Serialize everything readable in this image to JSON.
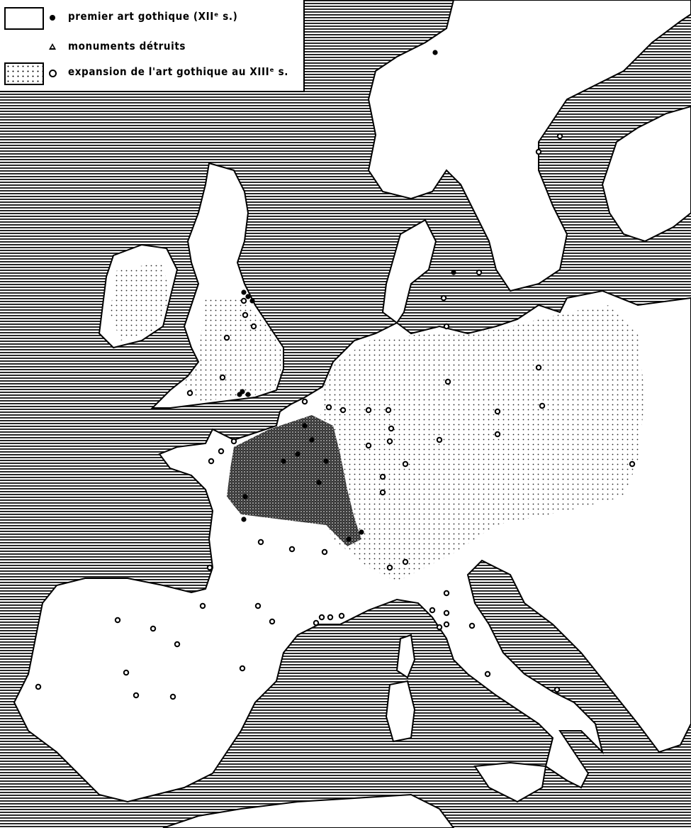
{
  "legend": {
    "items": [
      {
        "symbol": "filled-dot",
        "box": "plain",
        "label": "premier art gothique (XIIᵉ s.)"
      },
      {
        "symbol": "triangle",
        "box": "none",
        "label": "monuments détruits"
      },
      {
        "symbol": "open-circle",
        "box": "dotted",
        "label": "expansion de l'art gothique au XIIIᵉ s."
      }
    ]
  },
  "colors": {
    "sea_hatch": "#000000",
    "land": "#ffffff",
    "core_region": "#1a1a1a",
    "ink": "#000000"
  },
  "icons": [
    "filled-dot-icon",
    "triangle-icon",
    "open-circle-icon"
  ]
}
